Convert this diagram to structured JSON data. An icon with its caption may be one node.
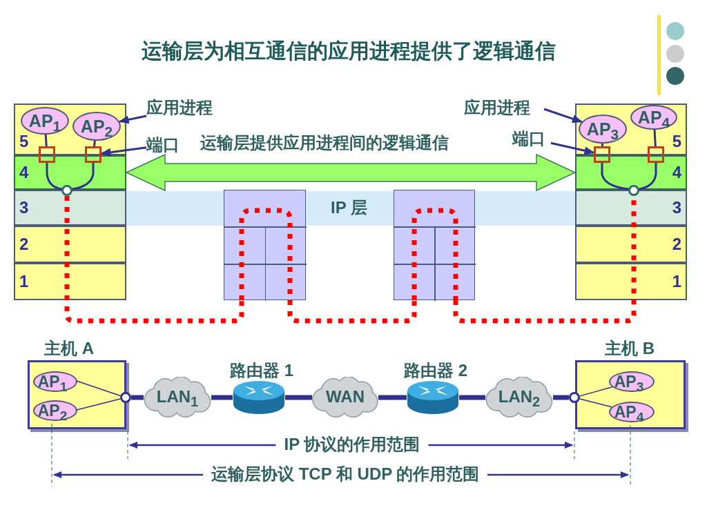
{
  "diagram": {
    "title": "运输层为相互通信的应用进程提供了逻辑通信",
    "nodes": [
      {
        "text": [],
        "shape": "box"
      },
      {
        "text": [
          "AP$_{1}$"
        ],
        "in": 0
      },
      {
        "text": [
          "AP$_{2}$"
        ],
        "in": 0
      },
      {
        "text": [],
        "shape": "box",
        "in": 0
      },
      {
        "text": [],
        "shape": "box",
        "in": 0
      },
      {
        "text": [],
        "shape": "circle",
        "in": 0
      },
      {
        "text": [],
        "shape": "box"
      },
      {
        "text": [
          "AP$_{3}$"
        ],
        "in": 6
      },
      {
        "text": [
          "AP$_{4}$"
        ],
        "in": 6
      },
      {
        "text": [],
        "shape": "box",
        "in": 6
      },
      {
        "text": [],
        "shape": "box",
        "in": 6
      },
      {
        "text": [],
        "shape": "circle",
        "in": 6
      },
      {
        "text": [
          "IP 层"
        ]
      },
      {
        "text": [],
        "shape": "box"
      },
      {
        "text": [],
        "shape": "box"
      },
      {
        "text": [
          "应用进程"
        ]
      },
      {
        "text": [
          "端口"
        ]
      },
      {
        "text": [
          "应用进程"
        ]
      },
      {
        "text": [
          "端口"
        ]
      },
      {
        "text": [
          "主机 A"
        ]
      },
      {
        "text": [
          "AP$_{1}$"
        ],
        "in": 19
      },
      {
        "text": [
          "AP$_{2}$"
        ],
        "in": 19
      },
      {
        "text": [],
        "shape": "circle"
      },
      {
        "text": [
          "LAN$_{1}$"
        ]
      },
      {
        "text": [
          "路由器 1"
        ]
      },
      {
        "text": [
          "WAN"
        ]
      },
      {
        "text": [
          "路由器 2"
        ]
      },
      {
        "text": [
          "LAN$_{2}$"
        ]
      },
      {
        "text": [],
        "shape": "circle"
      },
      {
        "text": [
          "主机 B"
        ]
      },
      {
        "text": [
          "AP$_{3}$"
        ],
        "in": 29
      },
      {
        "text": [
          "AP$_{4}$"
        ],
        "in": 29
      }
    ],
    "edges": [
      {
        "from": 1,
        "to": 3,
        "arrow": "none"
      },
      {
        "from": 3,
        "to": 5,
        "arrow": "none"
      },
      {
        "from": 2,
        "to": 4,
        "arrow": "none"
      },
      {
        "from": 4,
        "to": 5,
        "arrow": "none"
      },
      {
        "from": 7,
        "to": 9,
        "arrow": "none"
      },
      {
        "from": 9,
        "to": 11,
        "arrow": "none"
      },
      {
        "from": 8,
        "to": 10,
        "arrow": "none"
      },
      {
        "from": 10,
        "to": 11,
        "arrow": "none"
      },
      {
        "from": 15,
        "to": 2,
        "arrow": "to"
      },
      {
        "from": 16,
        "to": 4,
        "arrow": "to"
      },
      {
        "from": 17,
        "to": 7,
        "arrow": "to"
      },
      {
        "from": 18,
        "to": 9,
        "arrow": "to"
      },
      {
        "from": 0,
        "to": 6,
        "arrow": "both",
        "label": "运输层提供应用进程间的逻辑通信",
        "style": "thick",
        "color": "#99ff66"
      },
      {
        "from": 5,
        "to": 13,
        "arrow": "none",
        "style": "dashed",
        "color": "#ff0000"
      },
      {
        "from": 13,
        "to": 14,
        "arrow": "none",
        "style": "dashed",
        "color": "#ff0000"
      },
      {
        "from": 14,
        "to": 11,
        "arrow": "none",
        "style": "dashed",
        "color": "#ff0000"
      },
      {
        "from": 20,
        "to": 22,
        "arrow": "none"
      },
      {
        "from": 21,
        "to": 22,
        "arrow": "none"
      },
      {
        "from": 22,
        "to": 23,
        "arrow": "none",
        "style": "thick"
      },
      {
        "from": 23,
        "to": 24,
        "arrow": "none",
        "style": "thick"
      },
      {
        "from": 24,
        "to": 25,
        "arrow": "none",
        "style": "thick"
      },
      {
        "from": 25,
        "to": 26,
        "arrow": "none",
        "style": "thick"
      },
      {
        "from": 26,
        "to": 27,
        "arrow": "none",
        "style": "thick"
      },
      {
        "from": 27,
        "to": 28,
        "arrow": "none",
        "style": "thick"
      },
      {
        "from": 28,
        "to": 30,
        "arrow": "none"
      },
      {
        "from": 28,
        "to": 31,
        "arrow": "none"
      }
    ],
    "labels": [
      "5",
      "4",
      "3",
      "2",
      "1",
      "5",
      "4",
      "3",
      "2",
      "1",
      "IP 协议的作用范围",
      "运输层协议 TCP 和 UDP 的作用范围"
    ]
  }
}
